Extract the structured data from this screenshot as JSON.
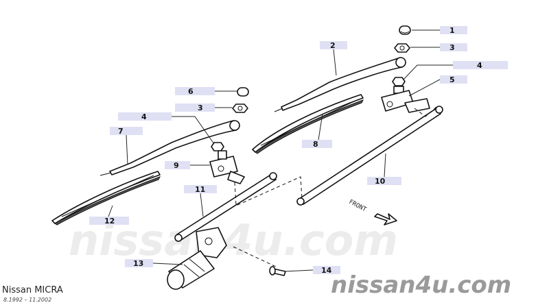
{
  "watermark": {
    "center": "nissan4u.com",
    "corner": "nissan4u.com"
  },
  "model": {
    "name": "Nissan MICRA",
    "dates": "8.1992 – 11.2002"
  },
  "direction_label": "FRONT",
  "callouts": [
    {
      "id": "c1",
      "num": "1"
    },
    {
      "id": "c2",
      "num": "2"
    },
    {
      "id": "c3a",
      "num": "3"
    },
    {
      "id": "c4a",
      "num": "4"
    },
    {
      "id": "c5",
      "num": "5"
    },
    {
      "id": "c6",
      "num": "6"
    },
    {
      "id": "c3b",
      "num": "3"
    },
    {
      "id": "c4b",
      "num": "4"
    },
    {
      "id": "c7",
      "num": "7"
    },
    {
      "id": "c8",
      "num": "8"
    },
    {
      "id": "c9",
      "num": "9"
    },
    {
      "id": "c10",
      "num": "10"
    },
    {
      "id": "c11",
      "num": "11"
    },
    {
      "id": "c12",
      "num": "12"
    },
    {
      "id": "c13",
      "num": "13"
    },
    {
      "id": "c14",
      "num": "14"
    }
  ]
}
